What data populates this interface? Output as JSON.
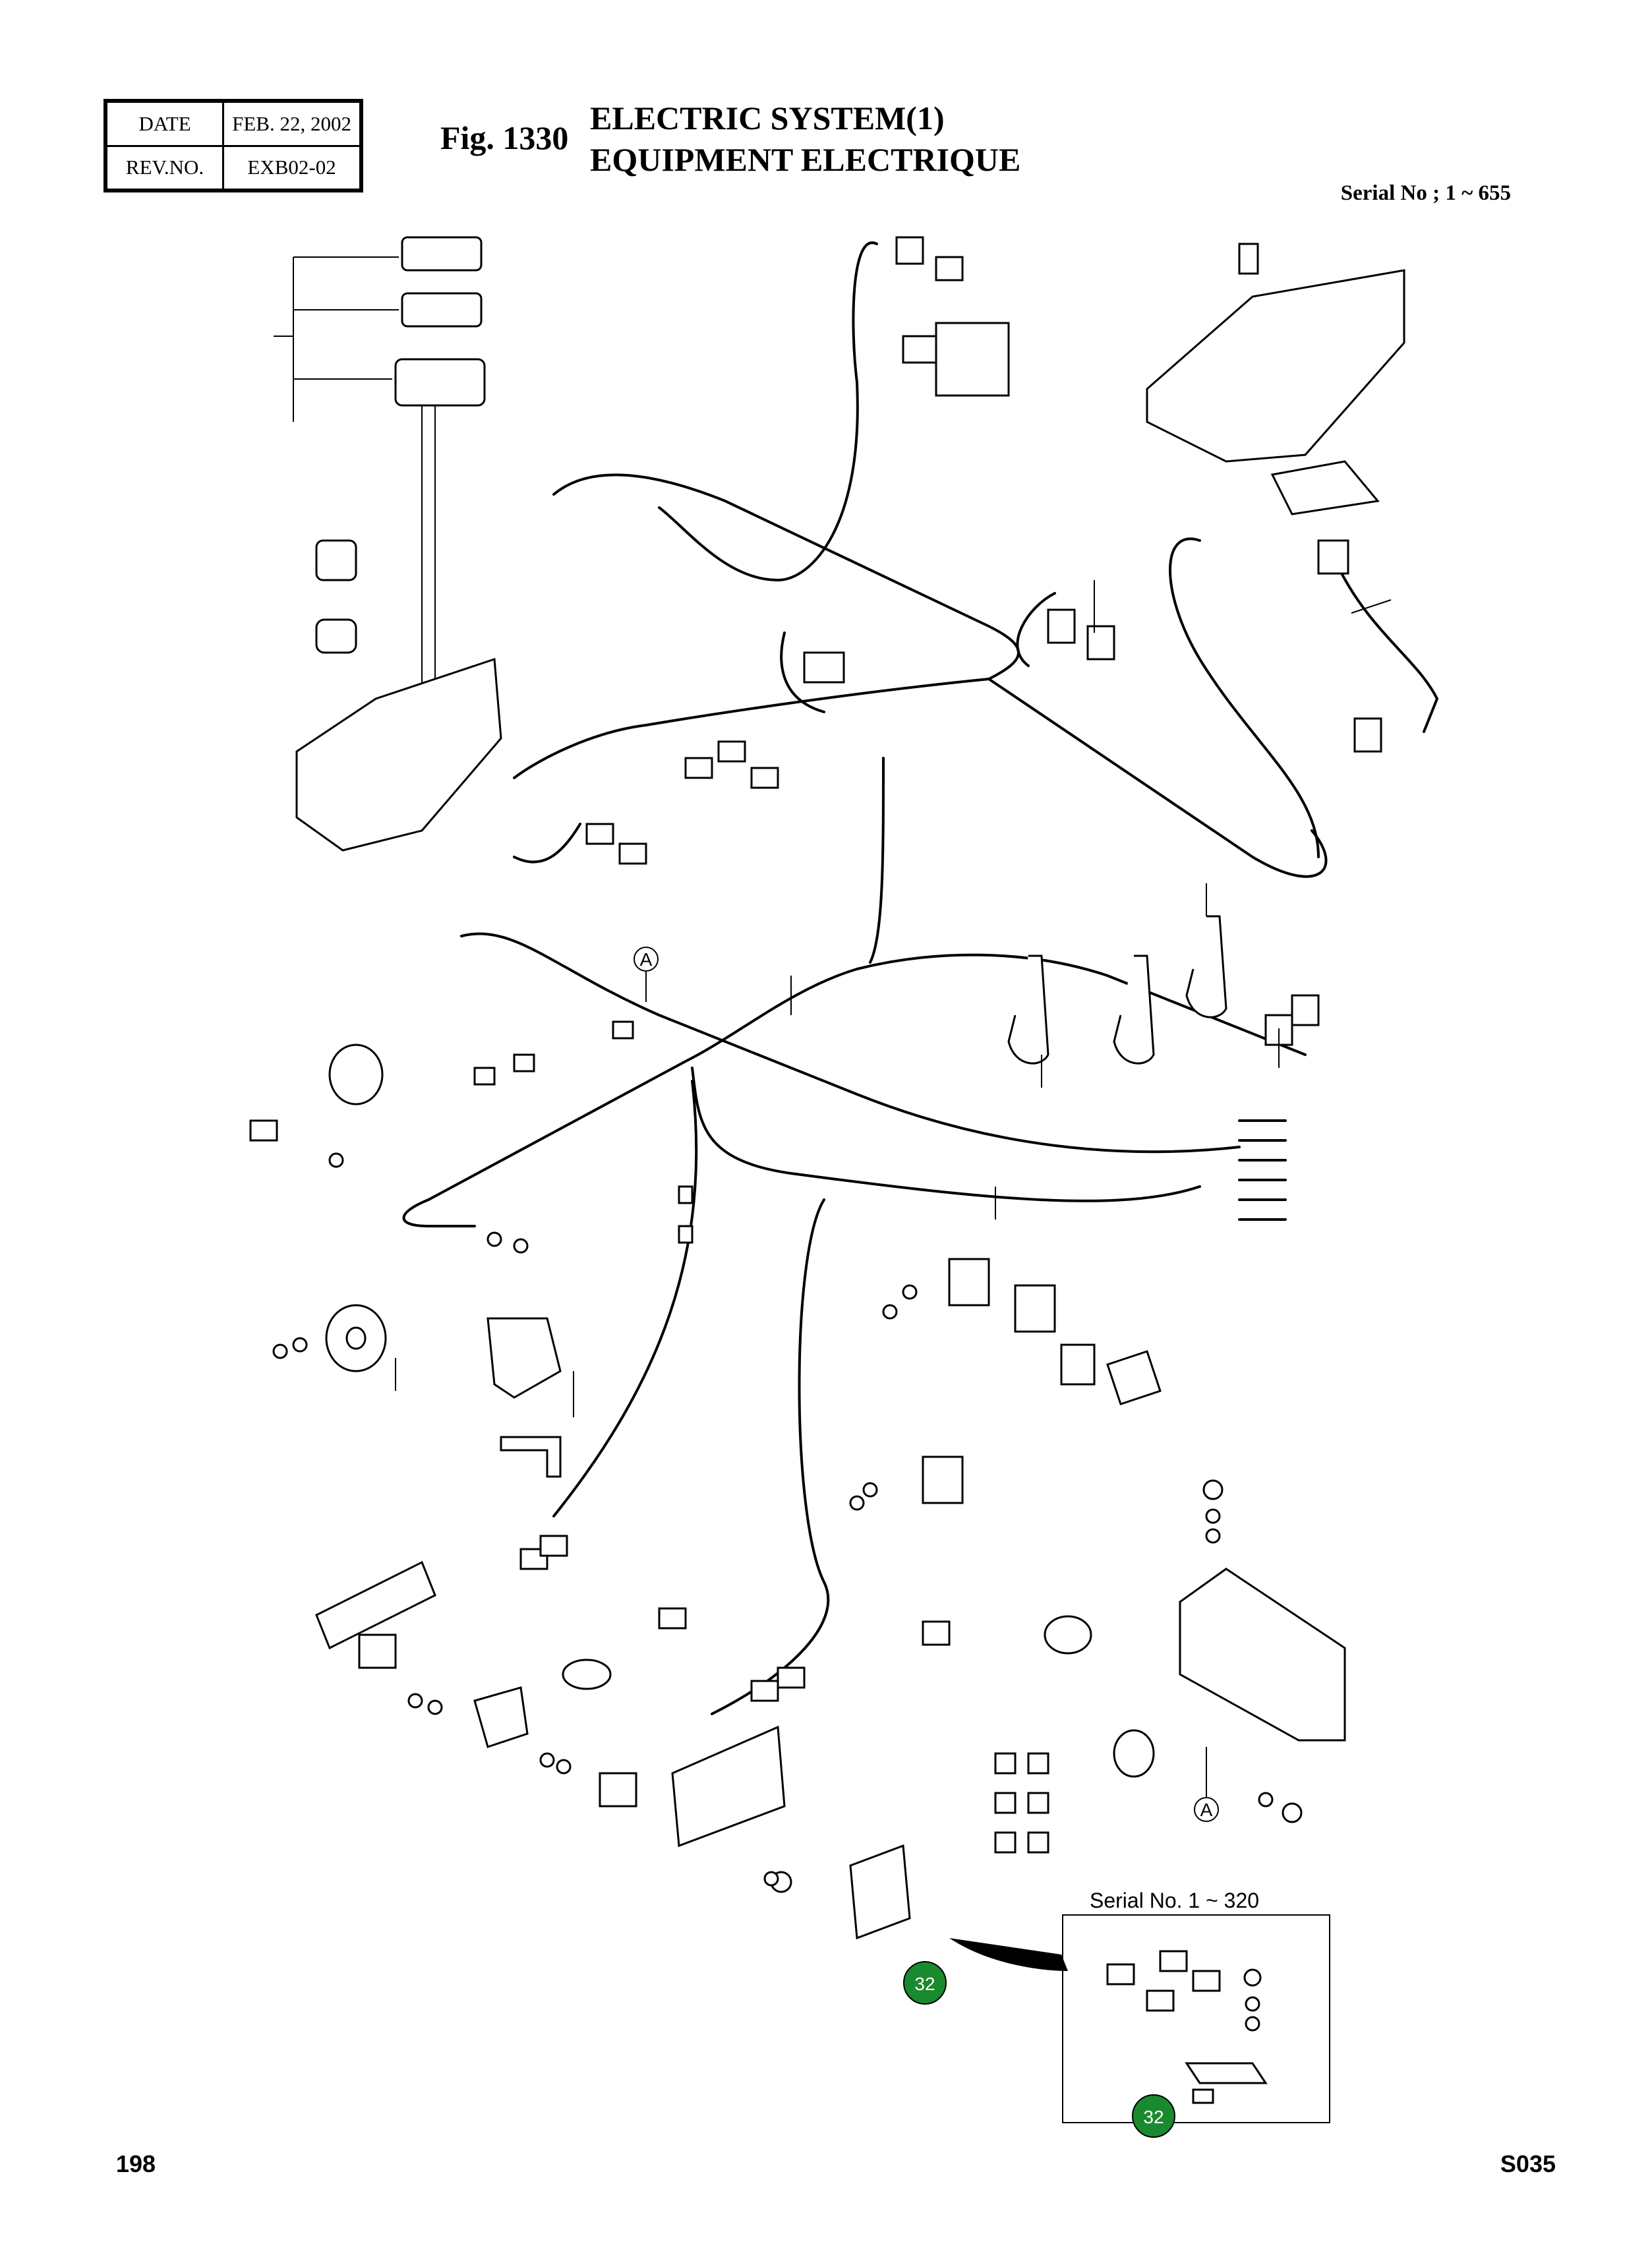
{
  "header": {
    "date_label": "DATE",
    "date_value": "FEB. 22, 2002",
    "rev_label": "REV.NO.",
    "rev_value": "EXB02-02",
    "fig_label": "Fig. 1330",
    "title_en": "ELECTRIC SYSTEM(1)",
    "title_fr": "EQUIPMENT ELECTRIQUE",
    "serial_range": "Serial No ; 1 ~ 655"
  },
  "callouts": {
    "ref_a": "A",
    "inset_title": "Serial No. 1 ~ 320",
    "ref_32": "32"
  },
  "footer": {
    "page_number": "198",
    "section_code": "S035"
  },
  "colors": {
    "ink": "#000000",
    "callout_green": "#1a8a2e"
  }
}
